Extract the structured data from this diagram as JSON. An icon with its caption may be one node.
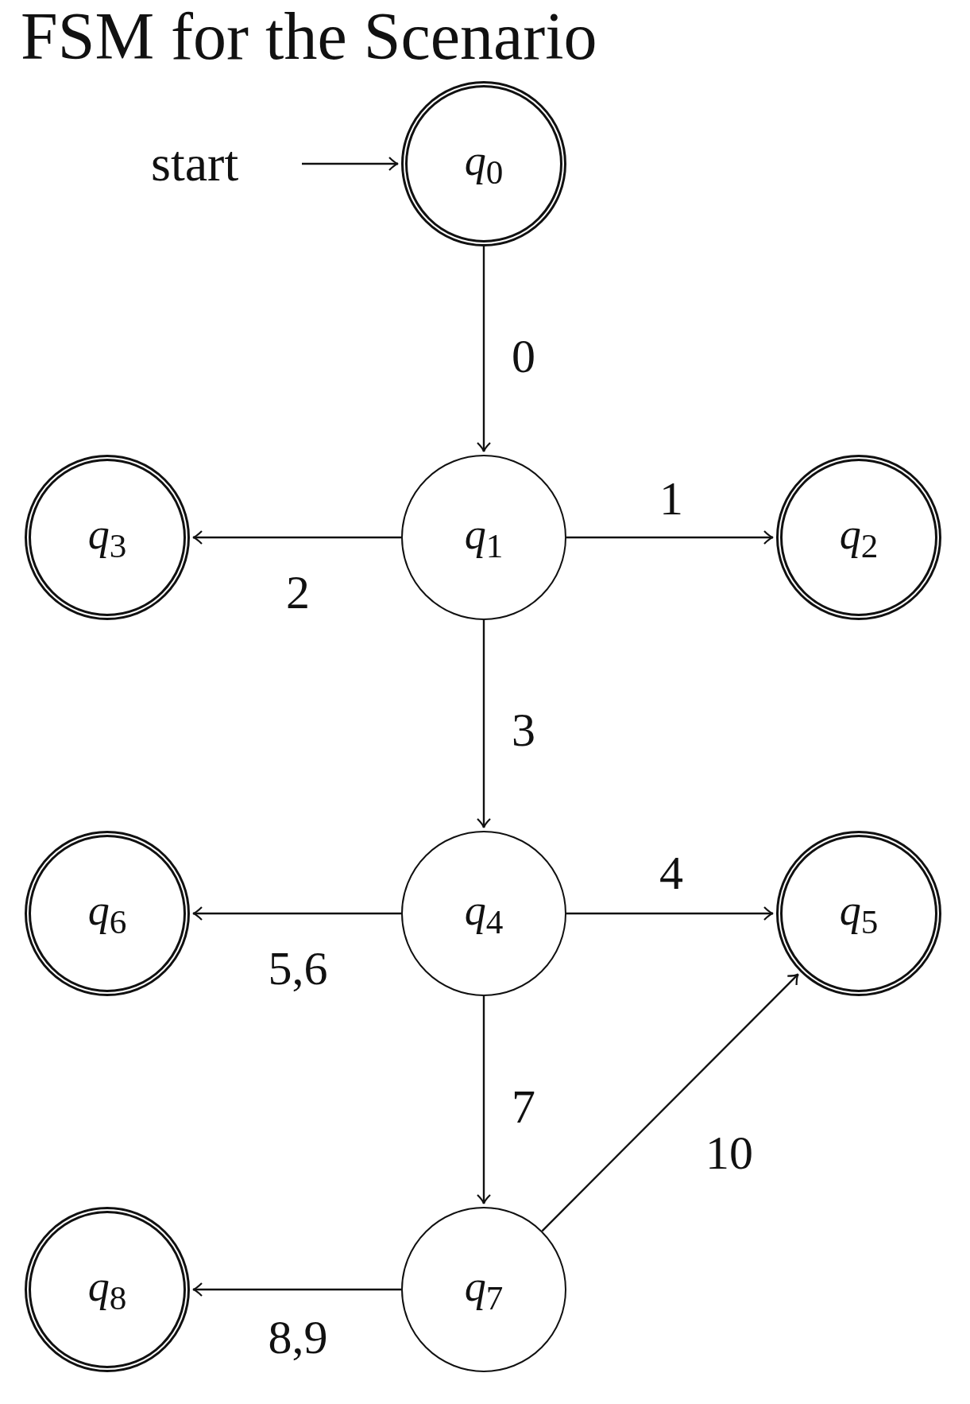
{
  "diagram": {
    "title": "FSM for the Scenario",
    "nodes": [
      {
        "text": [
          "start"
        ]
      },
      {
        "text": [
          "*q*$_{0}$"
        ]
      },
      {
        "text": [
          "*q*$_{3}$"
        ]
      },
      {
        "text": [
          "*q*$_{1}$"
        ]
      },
      {
        "text": [
          "*q*$_{2}$"
        ]
      },
      {
        "text": [
          "*q*$_{6}$"
        ]
      },
      {
        "text": [
          "*q*$_{4}$"
        ]
      },
      {
        "text": [
          "*q*$_{5}$"
        ]
      },
      {
        "text": [
          "*q*$_{8}$"
        ]
      },
      {
        "text": [
          "*q*$_{7}$"
        ]
      }
    ],
    "edges": [
      {
        "from": 0,
        "to": 1,
        "arrow": "to"
      },
      {
        "from": 1,
        "to": 3,
        "arrow": "to",
        "label": "0"
      },
      {
        "from": 3,
        "to": 4,
        "arrow": "to",
        "label": "1"
      },
      {
        "from": 3,
        "to": 2,
        "arrow": "to",
        "label": "2"
      },
      {
        "from": 3,
        "to": 6,
        "arrow": "to",
        "label": "3"
      },
      {
        "from": 6,
        "to": 7,
        "arrow": "to",
        "label": "4"
      },
      {
        "from": 6,
        "to": 5,
        "arrow": "to",
        "label": "5,6"
      },
      {
        "from": 6,
        "to": 9,
        "arrow": "to",
        "label": "7"
      },
      {
        "from": 9,
        "to": 7,
        "arrow": "to",
        "label": "10"
      },
      {
        "from": 9,
        "to": 8,
        "arrow": "to",
        "label": "8,9"
      }
    ]
  }
}
